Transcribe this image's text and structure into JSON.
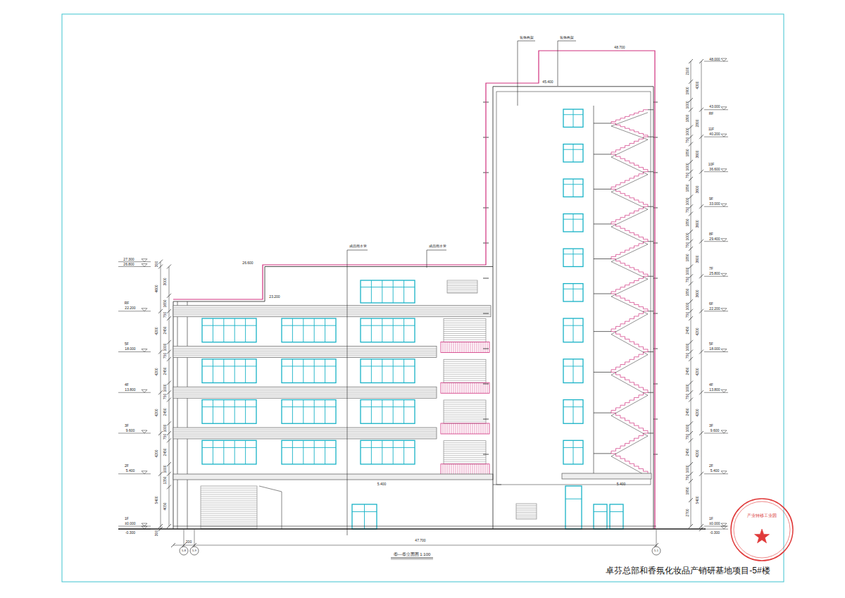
{
  "diagram": {
    "title": "卓芬总部和香氛化妆品产销研基地项目-5#楼",
    "caption": "⑥—⑥立面图 1:100",
    "labels": [
      "27.300",
      "26.800",
      "RF",
      "22.200",
      "5F",
      "18.000",
      "4F",
      "13.800",
      "3F",
      "9.600",
      "2F",
      "5.400",
      "1F",
      "±0.000",
      "-0.300",
      "300",
      "4600",
      "4200",
      "4200",
      "4200",
      "4200",
      "5400",
      "300",
      "3000",
      "1650",
      "750",
      "2450",
      "1000",
      "750",
      "2450",
      "1000",
      "750",
      "2450",
      "1000",
      "750",
      "2450",
      "1000",
      "1350",
      "4050",
      "48.000",
      "43.000",
      "RF",
      "11F",
      "40.200",
      "10F",
      "36.600",
      "9F",
      "33.000",
      "8F",
      "29.400",
      "7F",
      "25.800",
      "6F",
      "22.200",
      "5F",
      "18.000",
      "4F",
      "13.800",
      "3F",
      "9.600",
      "2F",
      "5.400",
      "1F",
      "±0.000",
      "-0.300",
      "4300",
      "2800",
      "3600",
      "3600",
      "3600",
      "3600",
      "3600",
      "4200",
      "4200",
      "4200",
      "4200",
      "5400",
      "2100",
      "1900",
      "1000",
      "1800",
      "1000",
      "750",
      "1850",
      "1000",
      "750",
      "1850",
      "1000",
      "750",
      "1850",
      "1000",
      "750",
      "1850",
      "1000",
      "750",
      "1850",
      "1000",
      "750",
      "2450",
      "1000",
      "750",
      "2450",
      "1000",
      "750",
      "2450",
      "1000",
      "750",
      "2450",
      "1000",
      "750",
      "1950",
      "2700",
      "48.700",
      "45.400",
      "26.600",
      "23.200",
      "5.400",
      "5.400",
      "47.700",
      "200",
      "成品雨水管",
      "成品雨水管",
      "装饰构架",
      "装饰构架",
      "5-8",
      "5-9",
      "5-1",
      "产业转移工业园"
    ]
  }
}
